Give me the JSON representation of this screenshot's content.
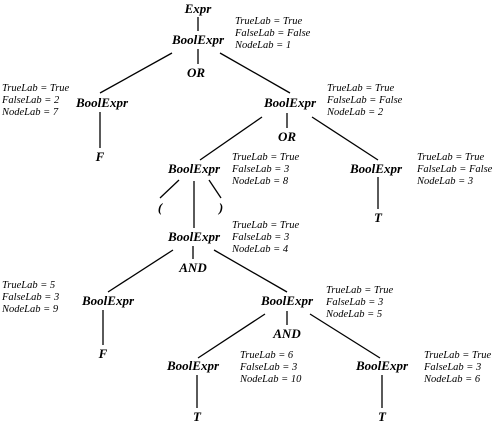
{
  "nodes": [
    {
      "id": "expr",
      "label": "Expr"
    },
    {
      "id": "b1",
      "label": "BoolExpr",
      "attrs": [
        "TrueLab = True",
        "FalseLab = False",
        "NodeLab = 1"
      ]
    },
    {
      "id": "or1",
      "label": "OR"
    },
    {
      "id": "b7",
      "label": "BoolExpr",
      "attrs": [
        "TrueLab = True",
        "FalseLab = 2",
        "NodeLab = 7"
      ]
    },
    {
      "id": "f1",
      "label": "F"
    },
    {
      "id": "b2",
      "label": "BoolExpr",
      "attrs": [
        "TrueLab = True",
        "FalseLab = False",
        "NodeLab = 2"
      ]
    },
    {
      "id": "or2",
      "label": "OR"
    },
    {
      "id": "b8",
      "label": "BoolExpr",
      "attrs": [
        "TrueLab = True",
        "FalseLab = 3",
        "NodeLab = 8"
      ]
    },
    {
      "id": "b3",
      "label": "BoolExpr",
      "attrs": [
        "TrueLab = True",
        "FalseLab = False",
        "NodeLab = 3"
      ]
    },
    {
      "id": "t1",
      "label": "T"
    },
    {
      "id": "lparen",
      "label": "("
    },
    {
      "id": "rparen",
      "label": ")"
    },
    {
      "id": "b4",
      "label": "BoolExpr",
      "attrs": [
        "TrueLab = True",
        "FalseLab = 3",
        "NodeLab = 4"
      ]
    },
    {
      "id": "and1",
      "label": "AND"
    },
    {
      "id": "b9",
      "label": "BoolExpr",
      "attrs": [
        "TrueLab  = 5",
        "FalseLab = 3",
        "NodeLab = 9"
      ]
    },
    {
      "id": "f2",
      "label": "F"
    },
    {
      "id": "b5",
      "label": "BoolExpr",
      "attrs": [
        "TrueLab = True",
        "FalseLab = 3",
        "NodeLab = 5"
      ]
    },
    {
      "id": "and2",
      "label": "AND"
    },
    {
      "id": "b10",
      "label": "BoolExpr",
      "attrs": [
        "TrueLab  = 6",
        "FalseLab = 3",
        "NodeLab = 10"
      ]
    },
    {
      "id": "t2",
      "label": "T"
    },
    {
      "id": "b6",
      "label": "BoolExpr",
      "attrs": [
        "TrueLab = True",
        "FalseLab = 3",
        "NodeLab = 6"
      ]
    },
    {
      "id": "t3",
      "label": "T"
    }
  ]
}
